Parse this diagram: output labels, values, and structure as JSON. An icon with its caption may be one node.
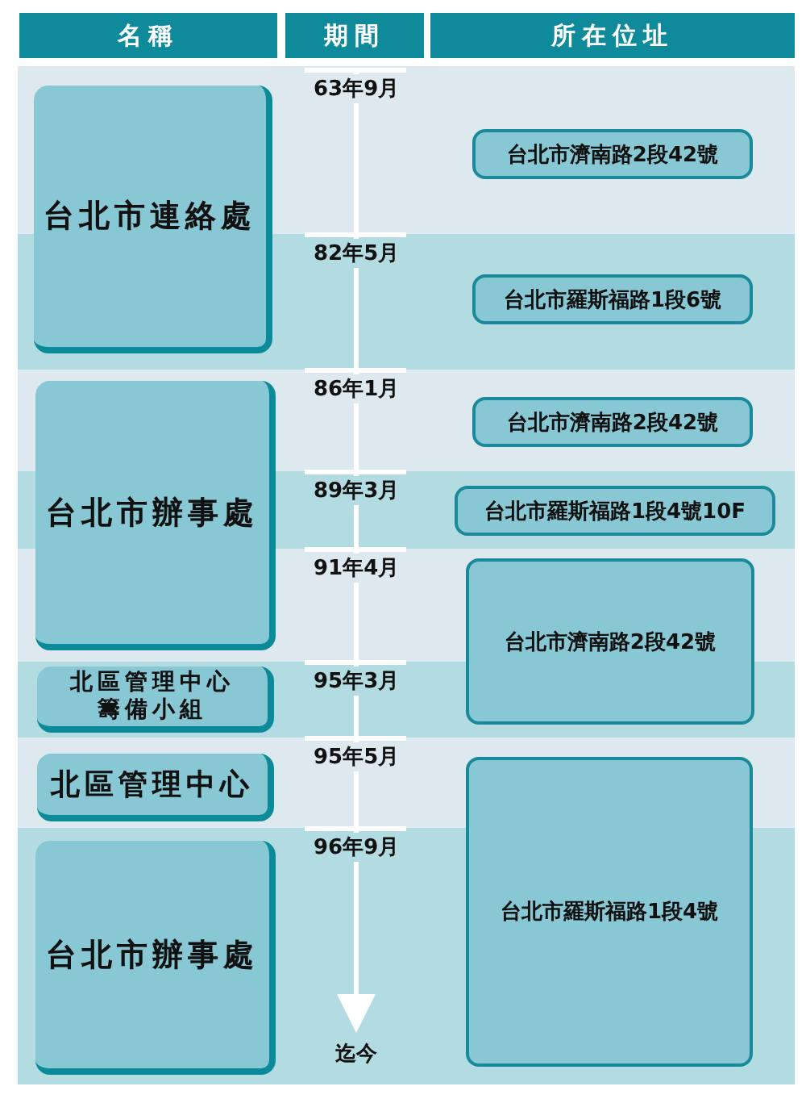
{
  "diagram": {
    "nodes": [
      {
        "text": [
          "名稱"
        ]
      },
      {
        "text": [
          "期間"
        ]
      },
      {
        "text": [
          "所在位址"
        ]
      },
      {
        "text": [
          "台北市連絡處"
        ]
      },
      {
        "text": [
          "台北市濟南路2段42號"
        ]
      },
      {
        "text": [
          "台北市羅斯福路1段6號"
        ]
      },
      {
        "text": [
          "台北市辦事處"
        ]
      },
      {
        "text": [
          "台北市濟南路2段42號"
        ]
      },
      {
        "text": [
          "台北市羅斯福路1段4號10F"
        ]
      },
      {
        "text": [
          "台北市濟南路2段42號"
        ]
      },
      {
        "text": [
          "北區管理中心籌備小組"
        ]
      },
      {
        "text": [
          "北區管理中心"
        ]
      },
      {
        "text": [
          "台北市羅斯福路1段4號"
        ]
      },
      {
        "text": [
          "台北市辦事處"
        ]
      }
    ],
    "labels": [
      "63年9月",
      "82年5月",
      "86年1月",
      "89年3月",
      "91年4月",
      "95年3月",
      "95年5月",
      "96年9月",
      "迄今"
    ]
  }
}
